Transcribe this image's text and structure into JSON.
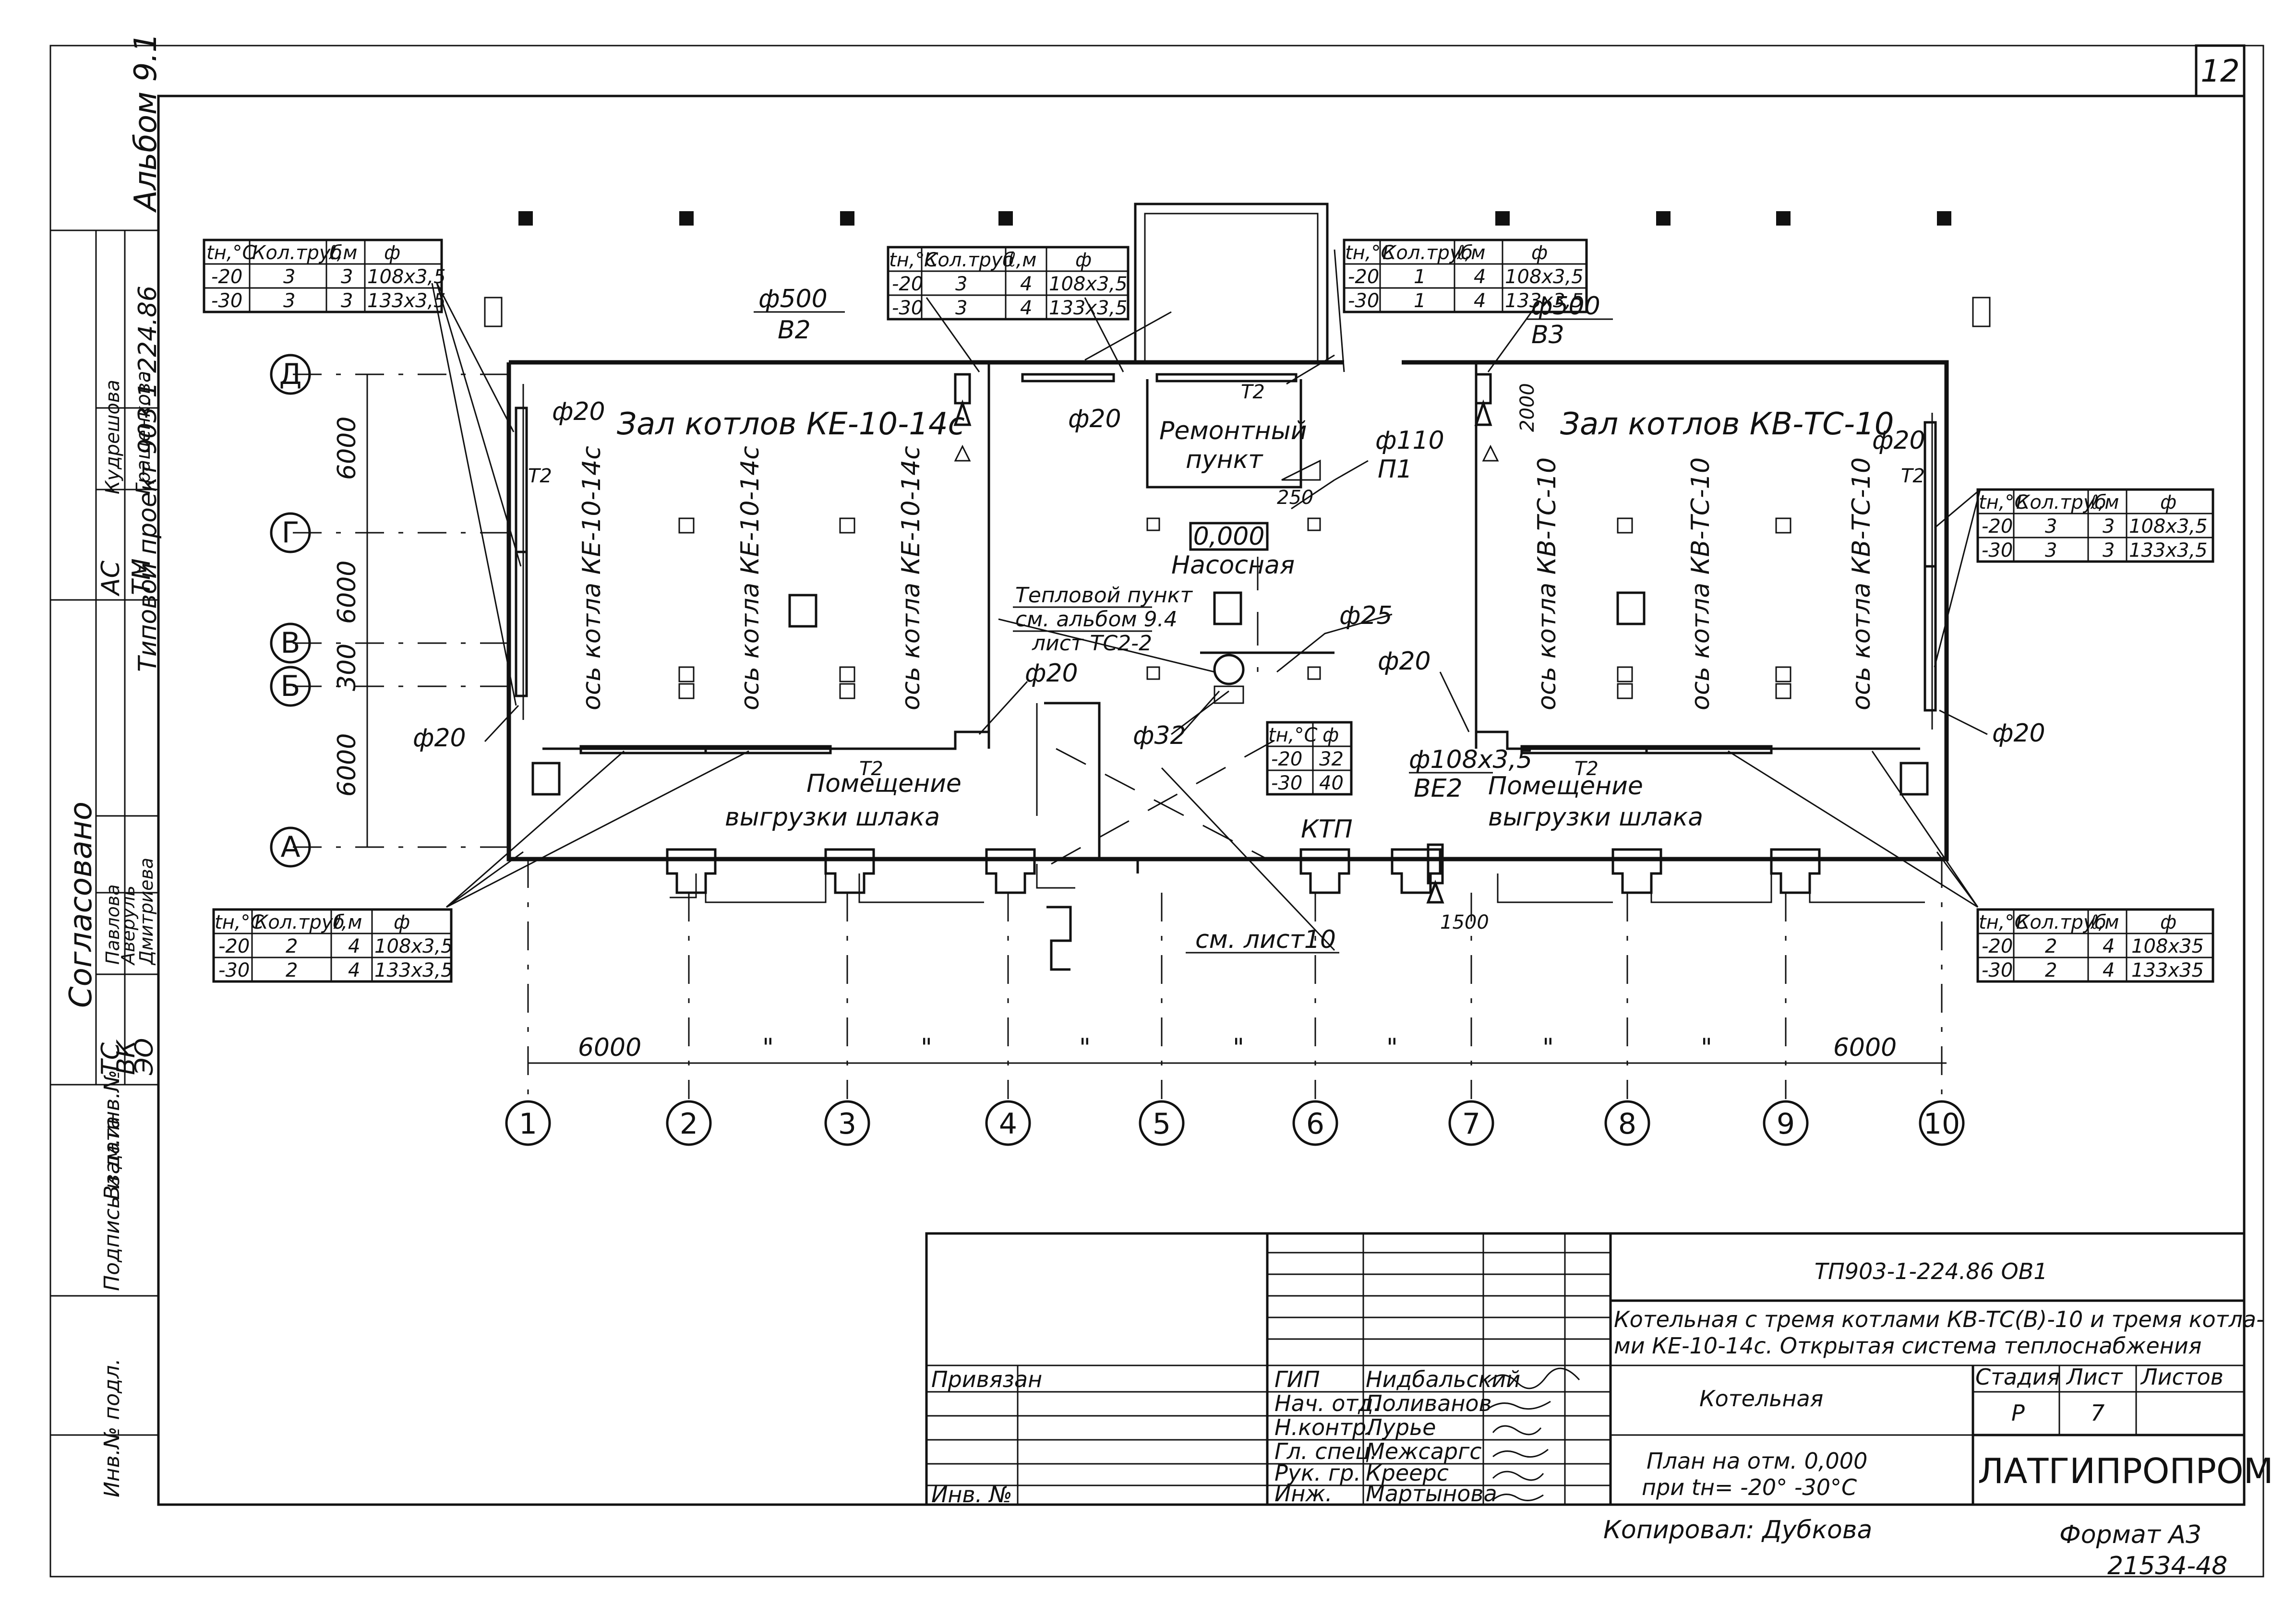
{
  "sheet_number": "12",
  "album": "Альбом 9.1",
  "side_project": "Типовой проект 903-1-224.86",
  "side_table": {
    "title": "Согласовано",
    "rows": [
      {
        "code": "АС",
        "name": "Кудрешова"
      },
      {
        "code": "ТМ",
        "name": "Гращенкова"
      },
      {
        "code": "ТС",
        "name": "Павлова"
      },
      {
        "code": "ВК",
        "name": "Аверуль"
      },
      {
        "code": "ЭО",
        "name": "Дмитриева"
      }
    ]
  },
  "side_stamp": [
    "Инв.№ подл.",
    "Подпись и дата",
    "Взам.инв.№"
  ],
  "rooms": {
    "hall_left": "Зал котлов  КЕ-10-14с",
    "hall_right": "Зал котлов  КВ-ТС-10",
    "repair": [
      "Ремонтный",
      "пункт"
    ],
    "pump": "Насосная",
    "heat_point": [
      "Тепловой пункт",
      "см. альбом 9.4",
      "лист ТС2-2"
    ],
    "slag_left": [
      "Помещение",
      "выгрузки  шлака"
    ],
    "slag_right": [
      "Помещение",
      "выгрузки  шлака"
    ],
    "ktp": "КТП",
    "level": "0,000",
    "see_sheet": "см. лист10"
  },
  "boiler_axes": {
    "left": [
      "ось котла КЕ-10-14с",
      "ось котла КЕ-10-14с",
      "ось котла КЕ-10-14с"
    ],
    "right": [
      "ось котла КВ-ТС-10",
      "ось котла КВ-ТС-10",
      "ось котла КВ-ТС-10"
    ]
  },
  "pipe_labels": {
    "d20": "ф20",
    "d25": "ф25",
    "d32": "ф32",
    "d110": "ф110",
    "p1": "П1",
    "d500_left": "ф500",
    "b2": "В2",
    "d500_right": "ф500",
    "b3": "В3",
    "pipe_ve2": "ф108х3,5",
    "ve2": "ВЕ2",
    "t2": "Т2",
    "dim_2000": "2000",
    "dim_1500": "1500",
    "dim_250": "250"
  },
  "row_axes": [
    "Д",
    "Г",
    "В",
    "Б",
    "А"
  ],
  "row_dims": [
    "6000",
    "6000",
    "300",
    "6000"
  ],
  "col_axes": [
    "1",
    "2",
    "3",
    "4",
    "5",
    "6",
    "7",
    "8",
    "9",
    "10"
  ],
  "col_dims": [
    "6000",
    "\"",
    "\"",
    "\"",
    "\"",
    "\"",
    "\"",
    "\"",
    "6000"
  ],
  "pipe_tables": {
    "header": [
      "tн,°С",
      "Кол.труб",
      "ℓ,м",
      "ф"
    ],
    "top_left": [
      [
        "-20",
        "3",
        "3",
        "108х3,5"
      ],
      [
        "-30",
        "3",
        "3",
        "133х3,5"
      ]
    ],
    "top_center": [
      [
        "-20",
        "3",
        "4",
        "108х3,5"
      ],
      [
        "-30",
        "3",
        "4",
        "133х3,5"
      ]
    ],
    "top_right": [
      [
        "-20",
        "1",
        "4",
        "108х3,5"
      ],
      [
        "-30",
        "1",
        "4",
        "133х3,5"
      ]
    ],
    "mid_right": [
      [
        "-20",
        "3",
        "3",
        "108х3,5"
      ],
      [
        "-30",
        "3",
        "3",
        "133х3,5"
      ]
    ],
    "bottom_left": [
      [
        "-20",
        "2",
        "4",
        "108х3,5"
      ],
      [
        "-30",
        "2",
        "4",
        "133х3,5"
      ]
    ],
    "bottom_right": [
      [
        "-20",
        "2",
        "4",
        "108х35"
      ],
      [
        "-30",
        "2",
        "4",
        "133х35"
      ]
    ],
    "pump_header": [
      "tн,°С",
      "ф"
    ],
    "pump": [
      [
        "-20",
        "32"
      ],
      [
        "-30",
        "40"
      ]
    ]
  },
  "title_block": {
    "code": "ТП903-1-224.86   ОВ1",
    "project": [
      "Котельная с тремя котлами КВ-ТС(В)-10 и тремя котла-",
      "ми КЕ-10-14с. Открытая система теплоснабжения"
    ],
    "building": "Котельная",
    "sheet_title": [
      "План на отм. 0,000",
      "при tн= -20° -30°С"
    ],
    "stage_header": [
      "Стадия",
      "Лист",
      "Листов"
    ],
    "stage": "Р",
    "sheet": "7",
    "sheets": "",
    "org": "ЛАТГИПРОПРОМ",
    "bound": "Привязан",
    "inv": "Инв. №",
    "people": [
      [
        "ГИП",
        "Нидбальский"
      ],
      [
        "Нач. отд.",
        "Поливанов"
      ],
      [
        "Н.контр.",
        "Лурье"
      ],
      [
        "Гл. спец.",
        "Межсаргс"
      ],
      [
        "Рук. гр.",
        "Креерс"
      ],
      [
        "Инж.",
        "Мартынова"
      ]
    ],
    "copied": "Копировал: Дубкова",
    "format": "Формат А3",
    "number": "21534-48"
  }
}
